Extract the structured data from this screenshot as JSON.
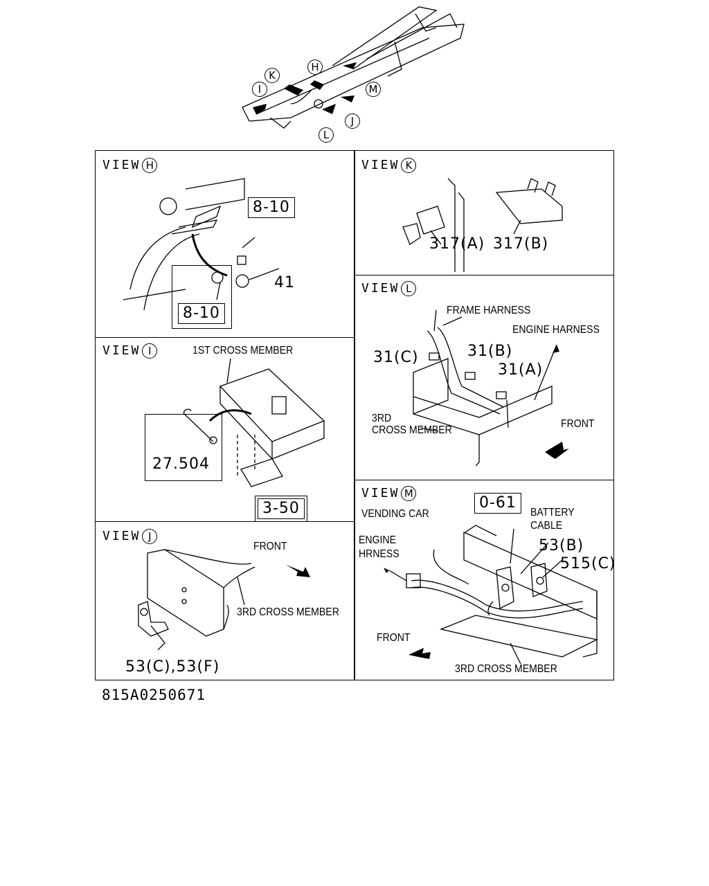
{
  "overview": {
    "markers": [
      "I",
      "K",
      "H",
      "M",
      "J",
      "L"
    ]
  },
  "views": {
    "H": {
      "title": "VIEW",
      "letter": "H",
      "refs": [
        "8-10",
        "8-10"
      ],
      "part": "41"
    },
    "K": {
      "title": "VIEW",
      "letter": "K",
      "parts": [
        "317(A)",
        "317(B)"
      ]
    },
    "I": {
      "title": "VIEW",
      "letter": "I",
      "label": "1ST CROSS MEMBER",
      "inset": "27.504",
      "ref": "3-50"
    },
    "L": {
      "title": "VIEW",
      "letter": "L",
      "frame_harness": "FRAME HARNESS",
      "engine_harness": "ENGINE HARNESS",
      "parts": [
        "31(C)",
        "31(B)",
        "31(A)"
      ],
      "cross_member_1": "3RD",
      "cross_member_2": "CROSS MEMBER",
      "front": "FRONT"
    },
    "J": {
      "title": "VIEW",
      "letter": "J",
      "front": "FRONT",
      "cross_member": "3RD CROSS MEMBER",
      "parts": "53(C),53(F)"
    },
    "M": {
      "title": "VIEW",
      "letter": "M",
      "subtitle": "VENDING CAR",
      "ref": "0-61",
      "battery_1": "BATTERY",
      "battery_2": "CABLE",
      "engine_1": "ENGINE",
      "engine_2": "HRNESS",
      "part_b": "53(B)",
      "part_c": "515(C)",
      "front": "FRONT",
      "cross_member": "3RD CROSS MEMBER"
    }
  },
  "footer": {
    "code": "815A0250671"
  }
}
